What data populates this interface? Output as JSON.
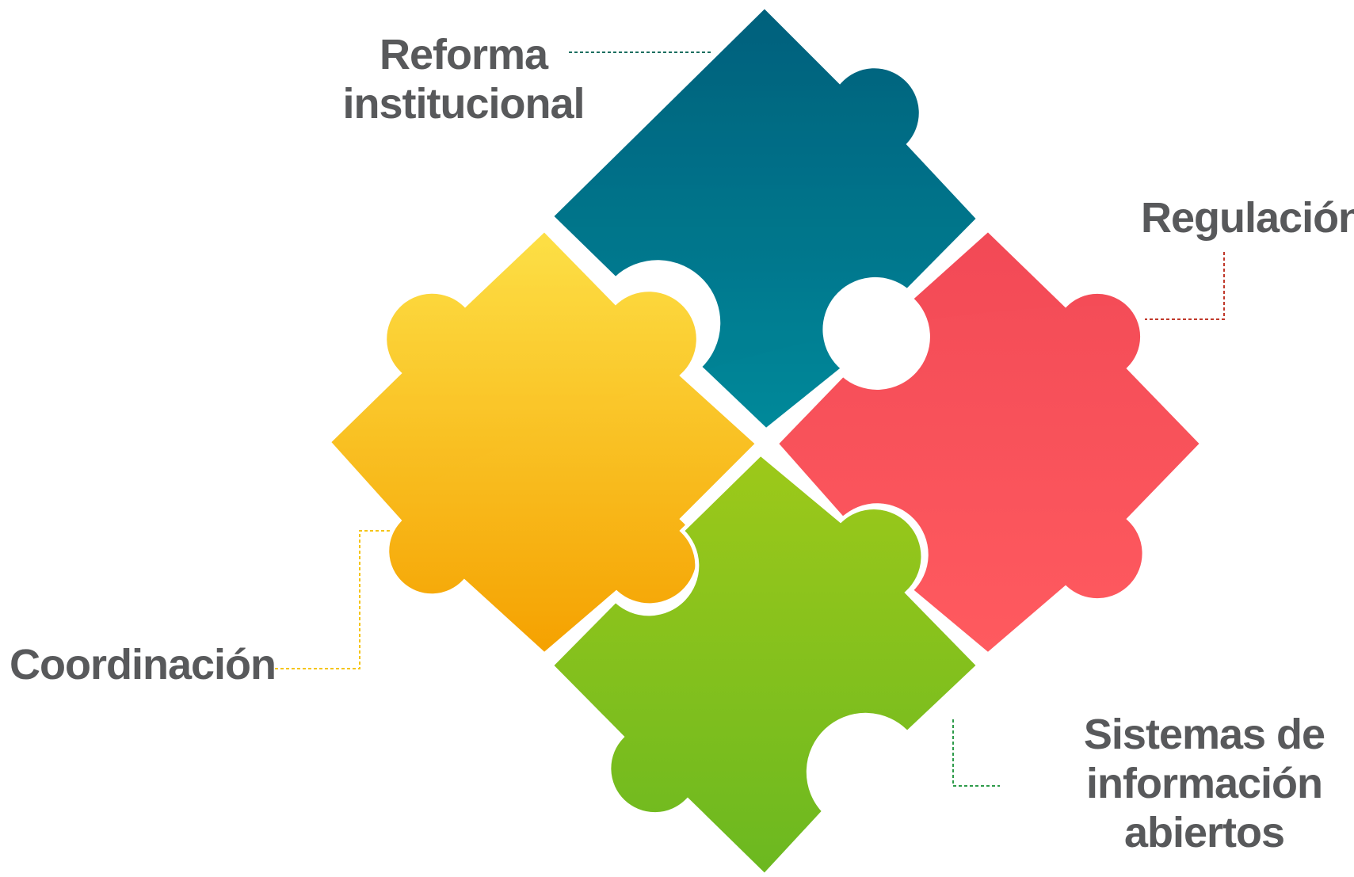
{
  "diagram": {
    "pieces": [
      {
        "id": "top",
        "label": "Reforma\ninstitucional",
        "color": "#007186",
        "line_color": "#1a6f60"
      },
      {
        "id": "right",
        "label": "Regulación",
        "color": "#f9505a",
        "line_color": "#c0392b"
      },
      {
        "id": "left",
        "label": "Coordinación",
        "color": "#f7b500",
        "line_color": "#f5c518"
      },
      {
        "id": "bottom",
        "label": "Sistemas de\ninformación\nabiertos",
        "color": "#7fbf1e",
        "line_color": "#2e9b4a"
      }
    ],
    "label_color": "#58595b"
  }
}
